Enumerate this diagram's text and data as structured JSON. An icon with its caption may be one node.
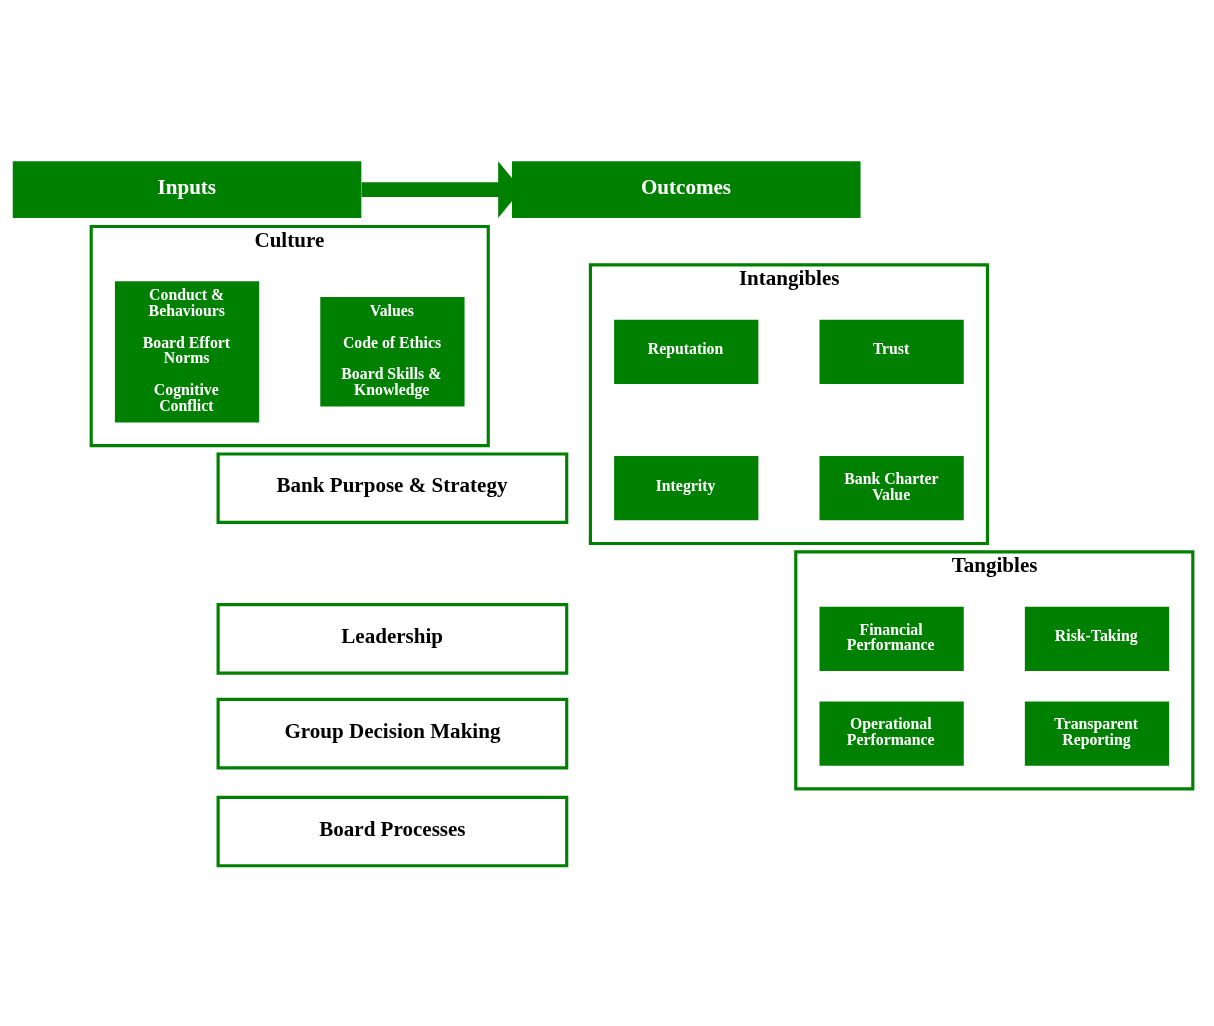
{
  "diagram": {
    "nodes": [
      {
        "text": [
          "Inputs"
        ]
      },
      {
        "text": [
          "Outcomes"
        ]
      },
      {
        "text": [
          "Culture"
        ]
      },
      {
        "text": [
          "Conduct & Behaviours",
          "Board Effort Norms",
          "Cognitive Conflict"
        ],
        "in": 2
      },
      {
        "text": [
          "Values",
          "Code of Ethics",
          "Board Skills & Knowledge"
        ],
        "in": 2
      },
      {
        "text": [
          "Bank Purpose & Strategy"
        ]
      },
      {
        "text": [
          "Leadership"
        ]
      },
      {
        "text": [
          "Group Decision Making"
        ]
      },
      {
        "text": [
          "Board Processes"
        ]
      },
      {
        "text": [
          "Intangibles"
        ]
      },
      {
        "text": [
          "Reputation"
        ],
        "in": 9
      },
      {
        "text": [
          "Trust"
        ],
        "in": 9
      },
      {
        "text": [
          "Integrity"
        ],
        "in": 9
      },
      {
        "text": [
          "Bank Charter Value"
        ],
        "in": 9
      },
      {
        "text": [
          "Tangibles"
        ]
      },
      {
        "text": [
          "Financial Performance"
        ],
        "in": 14
      },
      {
        "text": [
          "Risk-Taking"
        ],
        "in": 14
      },
      {
        "text": [
          "Operational Performance"
        ],
        "in": 14
      },
      {
        "text": [
          "Transparent Reporting"
        ],
        "in": 14
      }
    ],
    "edges": [
      {
        "from": 0,
        "to": 1,
        "arrow": "to"
      }
    ]
  }
}
